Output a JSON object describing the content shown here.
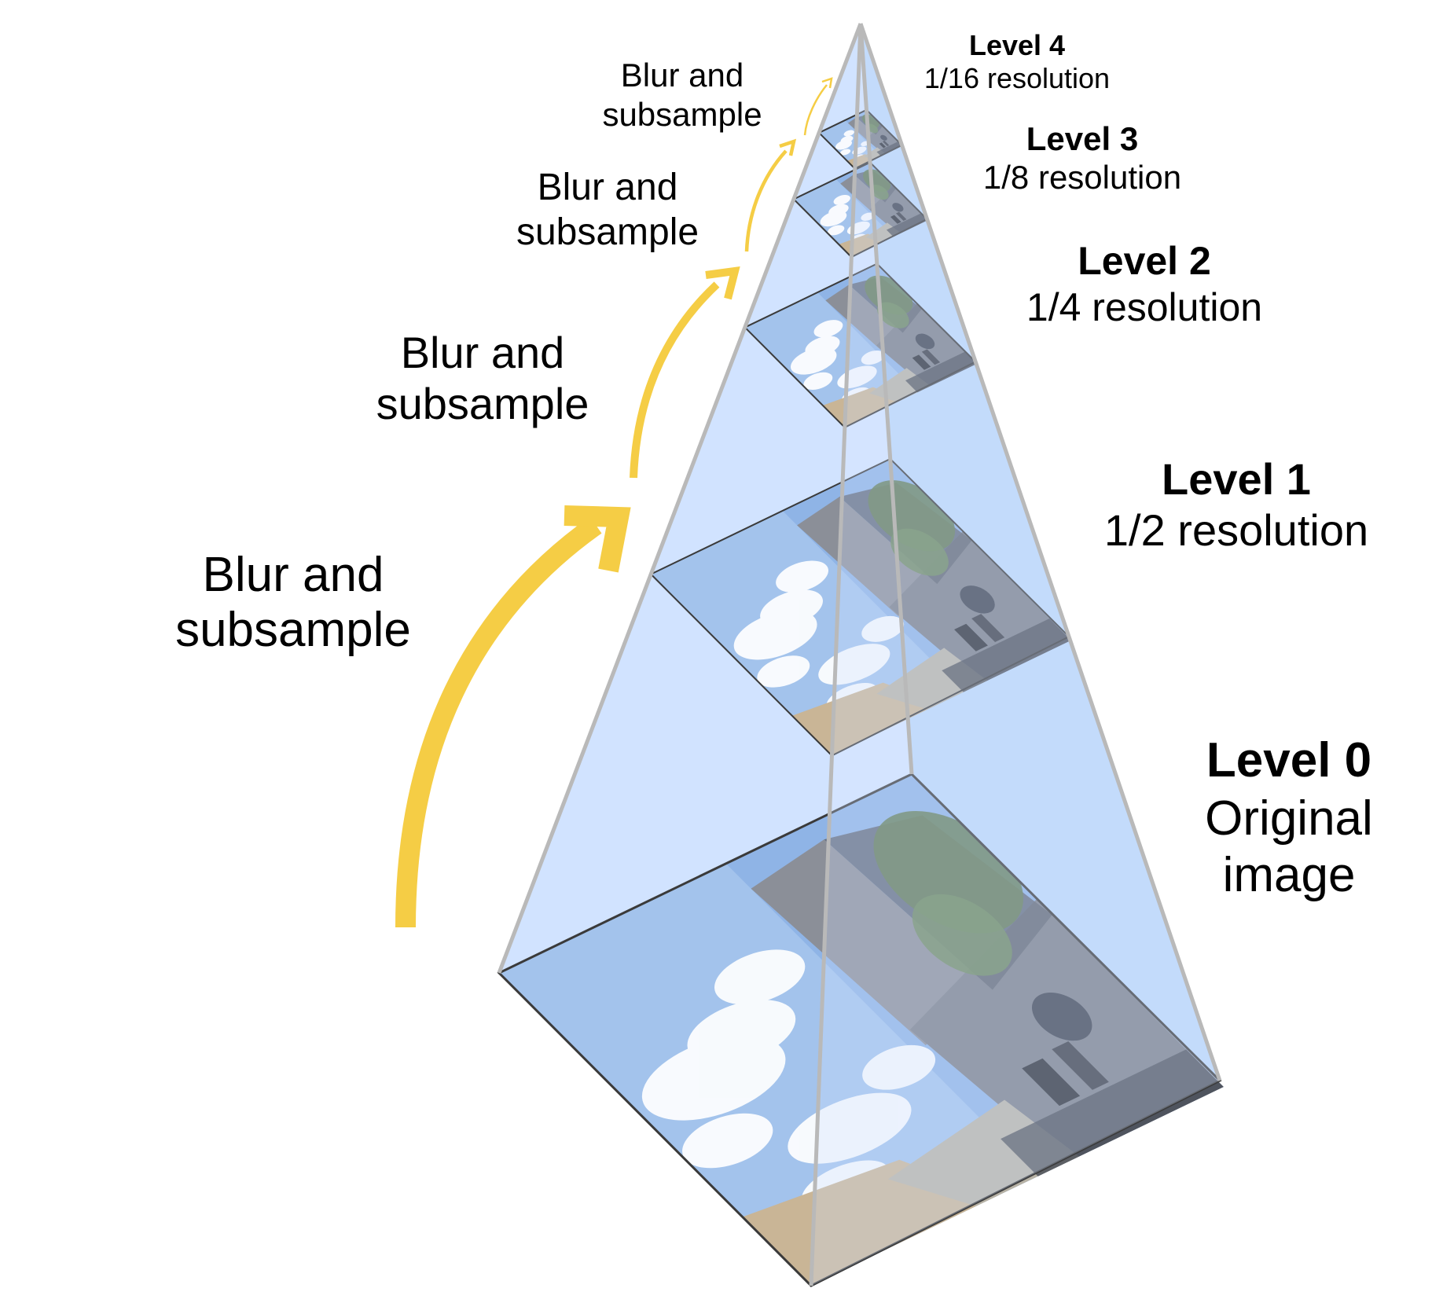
{
  "colors": {
    "pyramid_fill": "#cfe2ff",
    "pyramid_dark_face": "#a9cdf6",
    "pyramid_edge": "#b9b9b9",
    "arrow": "#f5cd45",
    "sky": "#8fb4e6",
    "cloud": "#ffffff",
    "stone": "#8b8f98",
    "dark_stone": "#5d626d",
    "tree": "#5f7a52",
    "tan_building": "#c9b596"
  },
  "levels": [
    {
      "name": "Level 0",
      "line1": "Original",
      "line2": "image"
    },
    {
      "name": "Level 1",
      "line1": "1/2 resolution"
    },
    {
      "name": "Level 2",
      "line1": "1/4 resolution"
    },
    {
      "name": "Level 3",
      "line1": "1/8 resolution"
    },
    {
      "name": "Level 4",
      "line1": "1/16 resolution"
    }
  ],
  "arrows": [
    {
      "line1": "Blur and",
      "line2": "subsample"
    },
    {
      "line1": "Blur and",
      "line2": "subsample"
    },
    {
      "line1": "Blur and",
      "line2": "subsample"
    },
    {
      "line1": "Blur and",
      "line2": "subsample"
    }
  ]
}
